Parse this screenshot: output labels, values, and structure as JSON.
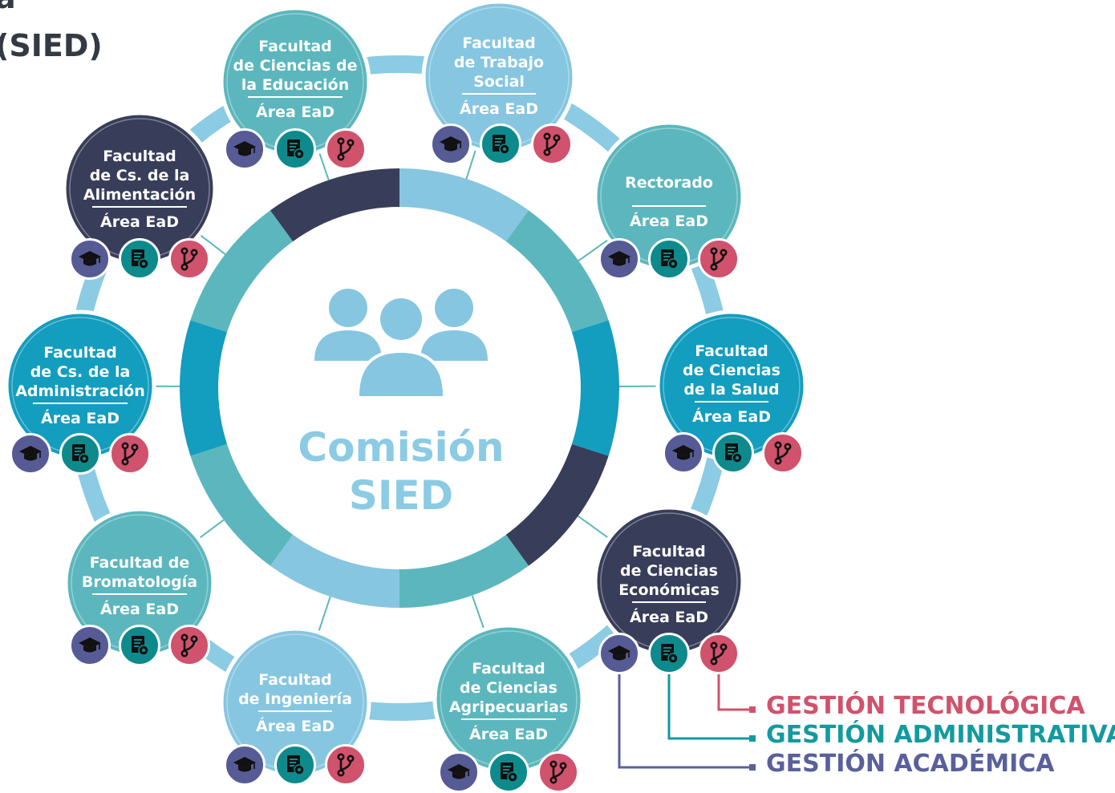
{
  "title": {
    "line1": "a",
    "line2": "(SIED)"
  },
  "center": {
    "line1": "Comisión",
    "line2": "SIED",
    "icon": "people-group-icon"
  },
  "nodes": [
    {
      "id": "educacion",
      "lines": [
        "Facultad",
        "de Ciencias de",
        "la Educación"
      ],
      "area": "Área EaD",
      "color": "#5bb7bd"
    },
    {
      "id": "trabajo-social",
      "lines": [
        "Facultad",
        "de Trabajo",
        "Social"
      ],
      "area": "Área EaD",
      "color": "#86c6e0"
    },
    {
      "id": "rectorado",
      "lines": [
        "Rectorado"
      ],
      "area": "Área EaD",
      "color": "#5bb7bd"
    },
    {
      "id": "salud",
      "lines": [
        "Facultad",
        "de Ciencias",
        "de la Salud"
      ],
      "area": "Área EaD",
      "color": "#139dbf"
    },
    {
      "id": "economicas",
      "lines": [
        "Facultad",
        "de Ciencias",
        "Económicas"
      ],
      "area": "Área EaD",
      "color": "#383d5a"
    },
    {
      "id": "agropecuarias",
      "lines": [
        "Facultad",
        "de Ciencias",
        "Agripecuarias"
      ],
      "area": "Área EaD",
      "color": "#5bb7bd"
    },
    {
      "id": "ingenieria",
      "lines": [
        "Facultad",
        "de Ingeniería"
      ],
      "area": "Área EaD",
      "color": "#86c6e0"
    },
    {
      "id": "bromatologia",
      "lines": [
        "Facultad de",
        "Bromatología"
      ],
      "area": "Área EaD",
      "color": "#5bb7bd"
    },
    {
      "id": "administracion",
      "lines": [
        "Facultad",
        "de Cs. de la",
        "Administración"
      ],
      "area": "Área EaD",
      "color": "#139dbf"
    },
    {
      "id": "alimentacion",
      "lines": [
        "Facultad",
        "de Cs. de la",
        "Alimentación"
      ],
      "area": "Área EaD",
      "color": "#383d5a"
    }
  ],
  "badges": {
    "academic": {
      "icon": "graduation-cap-icon",
      "color": "#565b95"
    },
    "admin": {
      "icon": "document-gear-icon",
      "color": "#0e8a8c"
    },
    "tech": {
      "icon": "branch-icon",
      "color": "#d0526c"
    }
  },
  "legend": [
    {
      "key": "tech",
      "label": "GESTIÓN TECNOLÓGICA",
      "color": "#d0526c"
    },
    {
      "key": "admin",
      "label": "GESTIÓN ADMINISTRATIVA",
      "color": "#139aa0"
    },
    {
      "key": "academic",
      "label": "GESTIÓN ACADÉMICA",
      "color": "#5a609c"
    }
  ],
  "ring": {
    "colors": [
      "#86c6e0",
      "#5bb7bd",
      "#139dbf",
      "#383d5a",
      "#5bb7bd",
      "#86c6e0",
      "#5bb7bd",
      "#139dbf",
      "#5bb7bd",
      "#383d5a"
    ]
  },
  "outer_ring_color": "#8bcbe3"
}
